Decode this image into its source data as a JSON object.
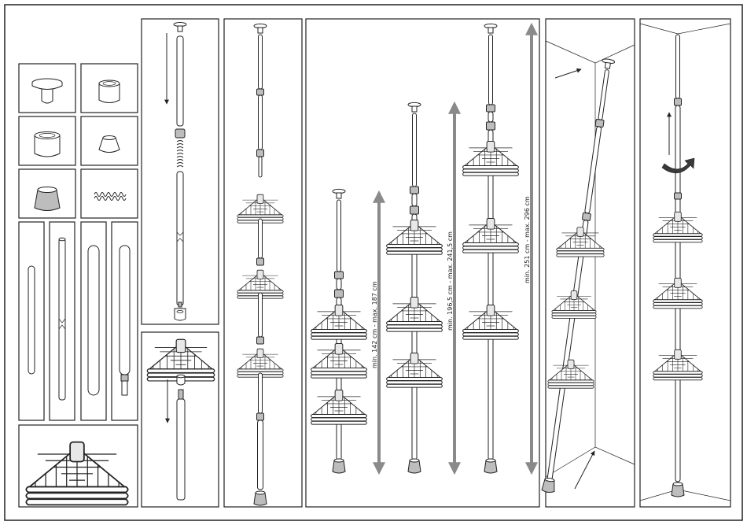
{
  "measurements": {
    "small": "min. 142 cm - max. 187 cm",
    "medium": "min. 196,5 cm - max. 241,5 cm",
    "large": "min. 251 cm - max. 296 cm"
  },
  "icons": {
    "arrow": "arrow-icon",
    "rotate": "rotate-arrow-icon"
  }
}
